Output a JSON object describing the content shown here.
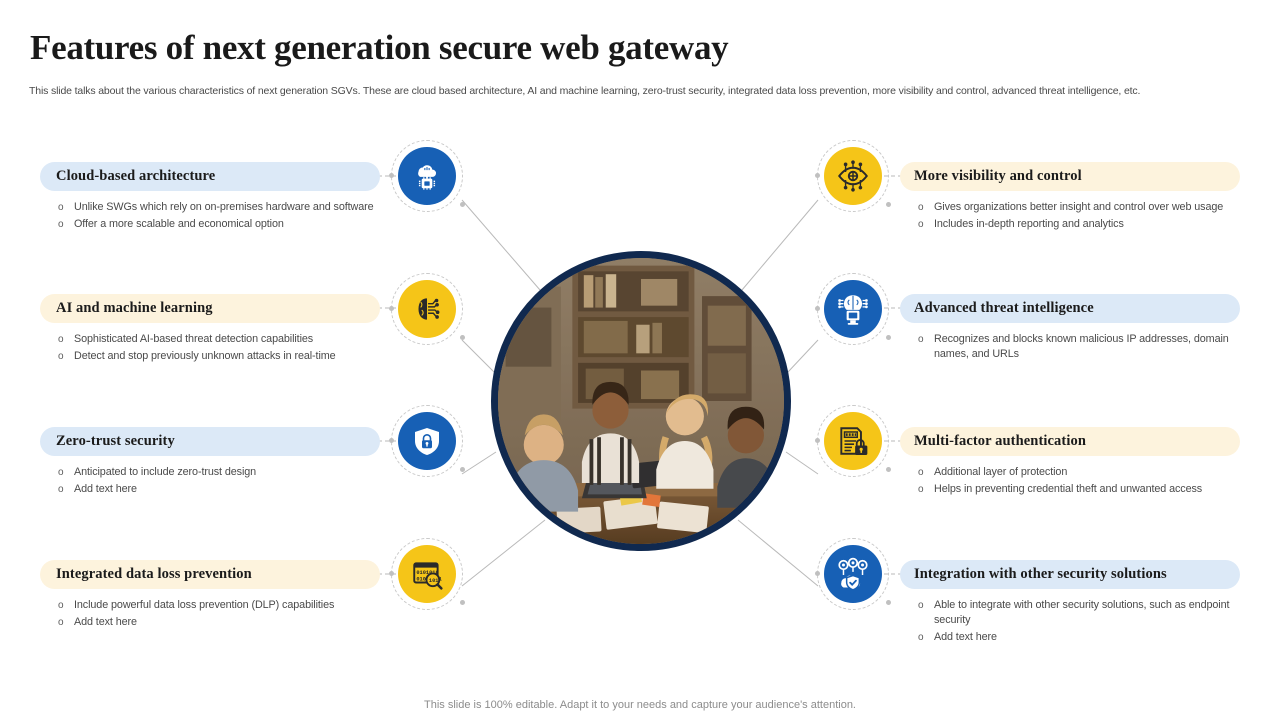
{
  "slide": {
    "title": "Features of next generation secure web gateway",
    "subtitle": "This slide talks about the various characteristics of next generation SGVs. These are cloud based architecture, AI and machine learning, zero-trust security, integrated data loss prevention, more visibility and control, advanced threat intelligence, etc.",
    "footer": "This slide is 100% editable. Adapt it to your needs and capture your audience's attention."
  },
  "colors": {
    "accent_blue": "#1760b5",
    "accent_yellow": "#f5c518",
    "header_blue": "#dce9f7",
    "header_cream": "#fdf3dd",
    "photo_border": "#10294f",
    "body_text": "#4a4a4a"
  },
  "left_cards": [
    {
      "title": "Cloud-based architecture",
      "header_style": "blue",
      "icon": "cloud-chip-icon",
      "badge_style": "blue",
      "bullets": [
        "Unlike SWGs which rely on on-premises hardware and software",
        "Offer a more scalable and economical option"
      ]
    },
    {
      "title": "AI and machine learning",
      "header_style": "cream",
      "icon": "brain-circuit-icon",
      "badge_style": "yellow",
      "bullets": [
        "Sophisticated AI-based threat detection capabilities",
        "Detect and stop previously unknown attacks in real-time"
      ]
    },
    {
      "title": "Zero-trust security",
      "header_style": "blue",
      "icon": "shield-lock-icon",
      "badge_style": "blue",
      "bullets": [
        "Anticipated to include zero-trust design",
        "Add text here"
      ]
    },
    {
      "title": "Integrated data loss prevention",
      "header_style": "cream",
      "icon": "binary-search-icon",
      "badge_style": "yellow",
      "bullets": [
        "Include powerful data loss prevention (DLP) capabilities",
        "Add text here"
      ]
    }
  ],
  "right_cards": [
    {
      "title": "More visibility and control",
      "header_style": "cream",
      "icon": "eye-network-icon",
      "badge_style": "yellow",
      "bullets": [
        "Gives organizations better insight and control over web usage",
        "Includes in-depth reporting and analytics"
      ]
    },
    {
      "title": "Advanced threat intelligence",
      "header_style": "blue",
      "icon": "brain-monitor-icon",
      "badge_style": "blue",
      "bullets": [
        "Recognizes and blocks known malicious IP addresses, domain names, and URLs"
      ]
    },
    {
      "title": "Multi-factor authentication",
      "header_style": "cream",
      "icon": "document-lock-icon",
      "badge_style": "yellow",
      "bullets": [
        "Additional layer of protection",
        "Helps in preventing credential theft and unwanted access"
      ]
    },
    {
      "title": "Integration with other security solutions",
      "header_style": "blue",
      "icon": "cloud-shield-network-icon",
      "badge_style": "blue",
      "bullets": [
        "Able to integrate with other security solutions, such as endpoint security",
        "Add text here"
      ]
    }
  ],
  "bullet_marker": "o",
  "center": {
    "image_alt": "team-meeting-photo"
  }
}
